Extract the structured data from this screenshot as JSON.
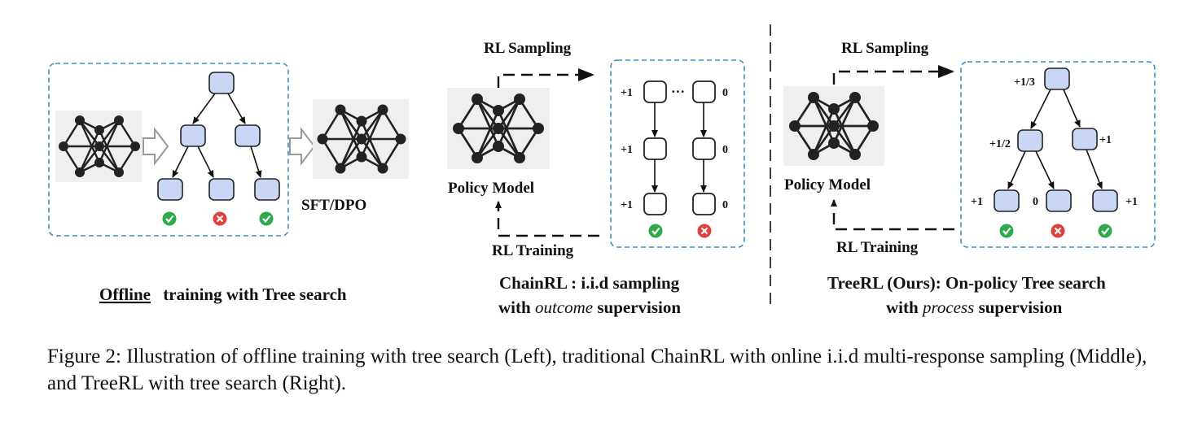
{
  "panels": {
    "offline": {
      "label_underlined": "Offline",
      "label_rest": "training with Tree  search",
      "method_label": "SFT/DPO"
    },
    "chainrl": {
      "sampling_label": "RL Sampling",
      "training_label": "RL Training",
      "model_label": "Policy Model",
      "chain1_rewards": [
        "+1",
        "+1",
        "+1"
      ],
      "chain2_rewards": [
        "0",
        "0",
        "0"
      ],
      "ellipsis": "···",
      "title_line1": "ChainRL : i.i.d sampling",
      "title_line2_pre": "with ",
      "title_line2_em": "outcome",
      "title_line2_post": " supervision"
    },
    "treerl": {
      "sampling_label": "RL Sampling",
      "training_label": "RL Training",
      "model_label": "Policy Model",
      "root_reward": "+1/3",
      "mid_left_reward": "+1/2",
      "mid_right_reward": "+1",
      "leaf_rewards": [
        "+1",
        "0",
        "+1"
      ],
      "title_line1": "TreeRL (Ours): On-policy Tree search",
      "title_line2_pre": "with ",
      "title_line2_em": "process",
      "title_line2_post": " supervision"
    }
  },
  "caption": "Figure 2: Illustration of offline training with tree search (Left), traditional ChainRL with online i.i.d multi-response sampling (Middle), and TreeRL with tree search (Right).",
  "colors": {
    "node_fill": "#c9d6f5",
    "node_stroke": "#222222",
    "box_dash": "#3b8fc4",
    "check": "#2eaa4a",
    "cross": "#e0413d",
    "nn_bg": "#efefef"
  }
}
